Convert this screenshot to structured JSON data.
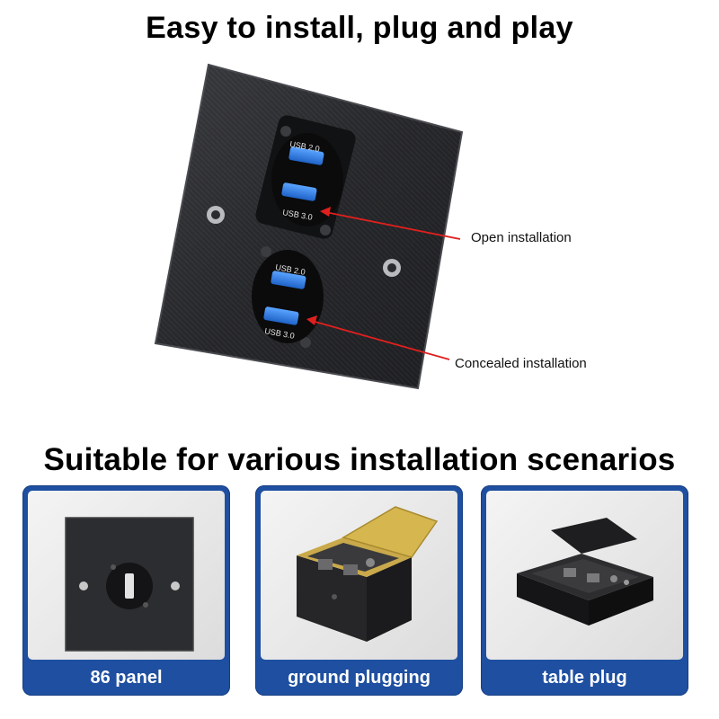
{
  "headline_top": "Easy to install, plug and play",
  "headline_mid": "Suitable for various installation scenarios",
  "hero": {
    "port_labels": [
      "USB 2.0",
      "USB 3.0",
      "USB 2.0",
      "USB 3.0"
    ],
    "callouts": {
      "open": "Open installation",
      "concealed": "Concealed installation"
    },
    "colors": {
      "plate": "#2a2b2e",
      "usb_blue": "#2f7fe0",
      "arrow": "#e0201e"
    }
  },
  "scenarios": [
    {
      "label": "86 panel"
    },
    {
      "label": "ground plugging"
    },
    {
      "label": "table plug"
    }
  ],
  "colors": {
    "card_blue": "#1f4fa0",
    "label_text": "#ffffff"
  }
}
